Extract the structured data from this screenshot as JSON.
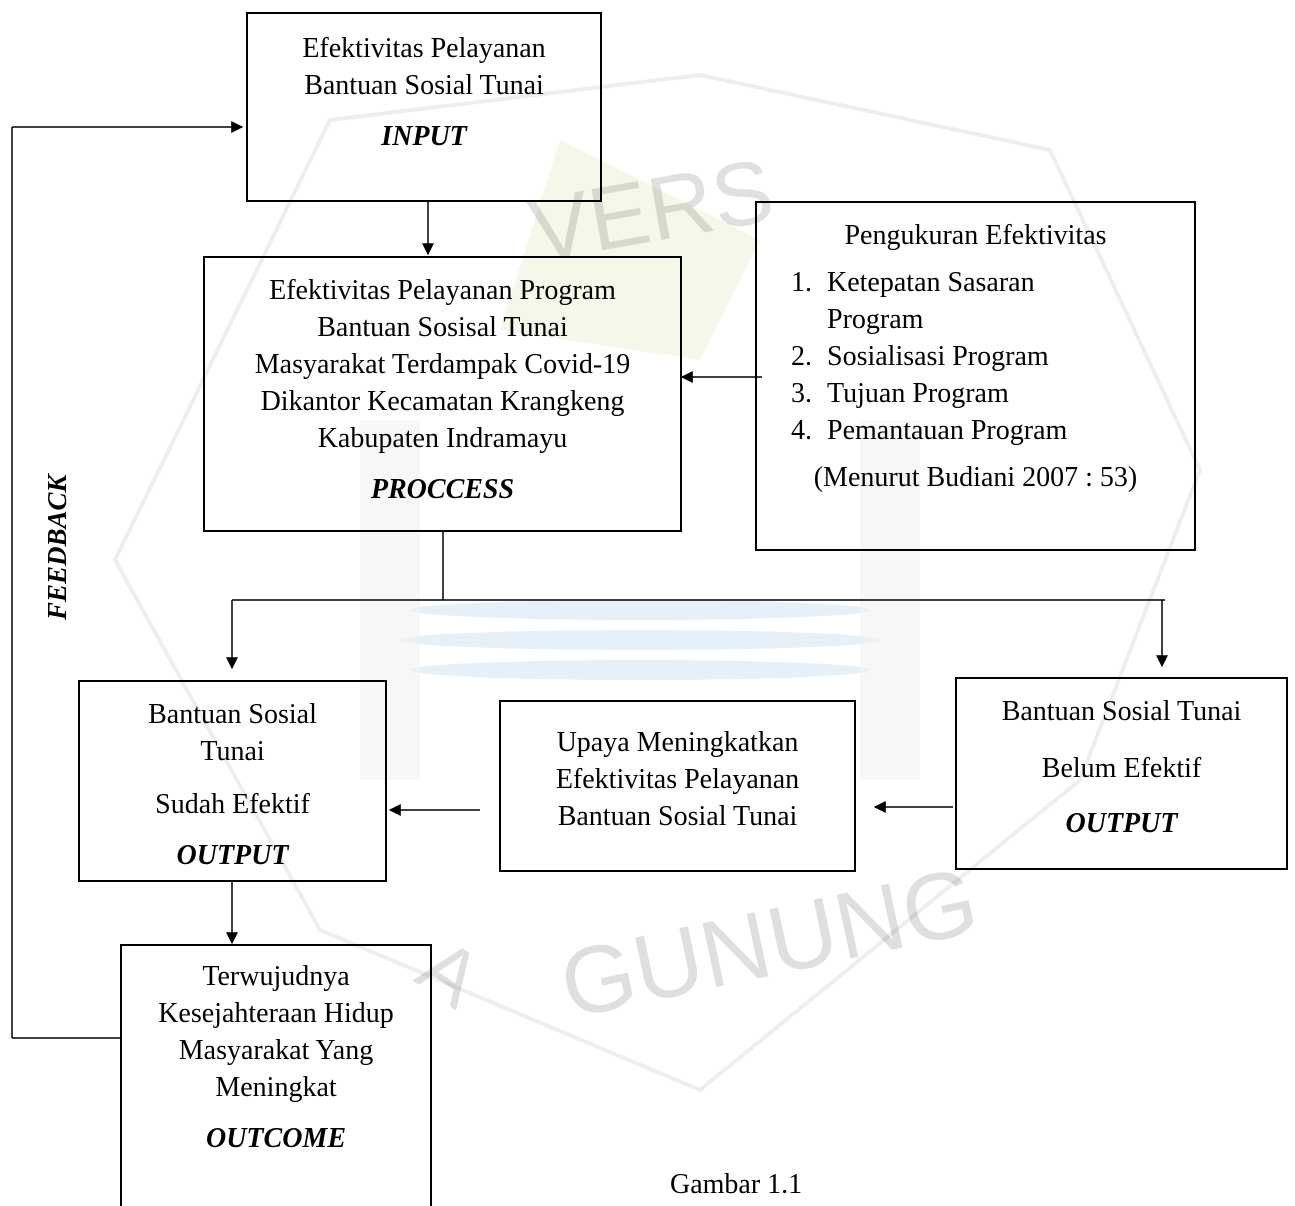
{
  "watermark": {
    "text_top": "VERS",
    "text_bottom": "GUNUNG",
    "text_side": "A"
  },
  "input_box": {
    "line1": "Efektivitas Pelayanan",
    "line2": "Bantuan Sosial Tunai",
    "stage": "INPUT"
  },
  "process_box": {
    "lines": [
      "Efektivitas Pelayanan Program",
      "Bantuan Sosisal Tunai",
      "Masyarakat Terdampak Covid-19",
      "Dikantor Kecamatan Krangkeng",
      "Kabupaten Indramayu"
    ],
    "stage": "PROCCESS"
  },
  "measure_box": {
    "title": "Pengukuran Efektivitas",
    "items": [
      {
        "num": "1.",
        "text": "Ketepatan Sasaran"
      },
      {
        "num": "",
        "text": "Program"
      },
      {
        "num": "2.",
        "text": "Sosialisasi Program"
      },
      {
        "num": "3.",
        "text": "Tujuan Program"
      },
      {
        "num": "4.",
        "text": "Pemantauan  Program"
      }
    ],
    "source": "(Menurut Budiani 2007 : 53)"
  },
  "output_effective_box": {
    "line1": "Bantuan Sosial",
    "line2": "Tunai",
    "line3": "Sudah Efektif",
    "stage": "OUTPUT"
  },
  "effort_box": {
    "line1": "Upaya Meningkatkan",
    "line2": "Efektivitas Pelayanan",
    "line3": "Bantuan Sosial Tunai"
  },
  "output_not_box": {
    "line1": "Bantuan Sosial Tunai",
    "line2": "Belum Efektif",
    "stage": "OUTPUT"
  },
  "outcome_box": {
    "lines": [
      "Terwujudnya",
      "Kesejahteraan Hidup",
      "Masyarakat Yang",
      "Meningkat"
    ],
    "stage": "OUTCOME"
  },
  "feedback_label": "FEEDBACK",
  "caption": "Gambar 1.1"
}
